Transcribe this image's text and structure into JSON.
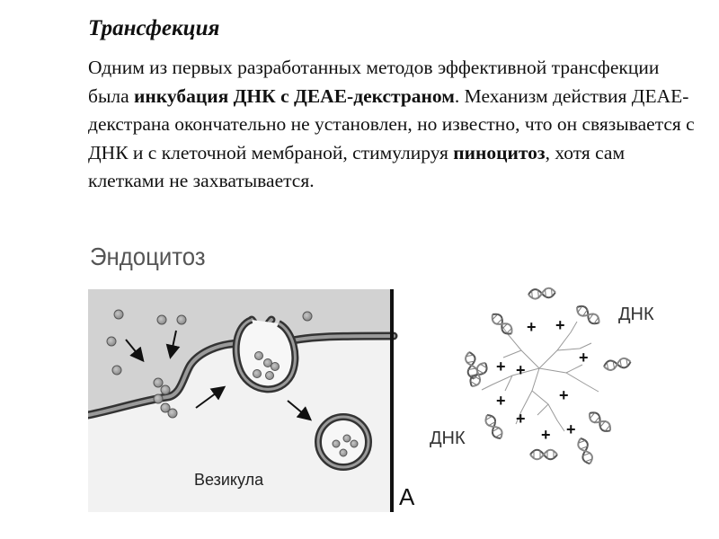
{
  "slide": {
    "title": "Трансфекция",
    "paragraph": {
      "part1": "Одним из первых разработанных методов эффективной трансфекции была ",
      "bold1": "инкубация ДНК с ДЕАЕ-декстраном",
      "part2": ". Механизм действия ДЕАЕ-декстрана окончательно не установлен, но известно, что он связывается с ДНК и с клеточной мембраной, стимулируя ",
      "bold2": "пиноцитоз",
      "part3": ", хотя сам клетками не захватывается."
    }
  },
  "figure": {
    "endocytosis_label": "Эндоцитоз",
    "vesicle_label": "Везикула",
    "panel_letter": "А",
    "dna_label_top": "ДНК",
    "dna_label_bottom": "ДНК",
    "plus_sign": "+"
  }
}
